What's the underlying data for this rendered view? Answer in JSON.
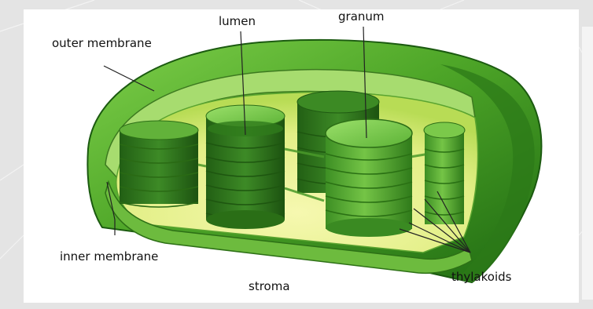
{
  "diagram": {
    "labels": {
      "outer_membrane": "outer membrane",
      "lumen": "lumen",
      "granum": "granum",
      "inner_membrane": "inner membrane",
      "stroma": "stroma",
      "thylakoids": "thylakoids"
    }
  }
}
